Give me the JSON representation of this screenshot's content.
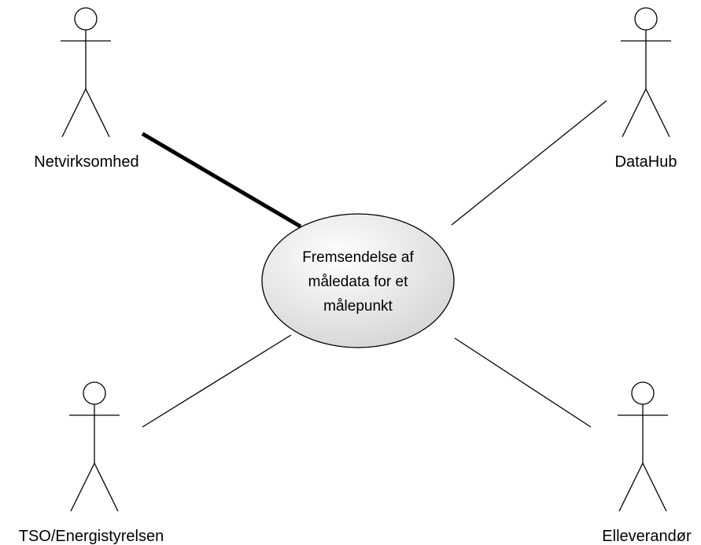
{
  "diagram": {
    "type": "use-case",
    "use_case": {
      "lines": [
        "Fremsendelse af",
        "måledata for et",
        "målepunkt"
      ],
      "fill_light": "#ffffff",
      "fill_dark": "#d4d4d4"
    },
    "actors": [
      {
        "label": "Netvirksomhed",
        "association": "primary"
      },
      {
        "label": "DataHub",
        "association": "normal"
      },
      {
        "label": "TSO/Energistyrelsen",
        "association": "normal"
      },
      {
        "label": "Elleverandør",
        "association": "normal"
      }
    ]
  }
}
